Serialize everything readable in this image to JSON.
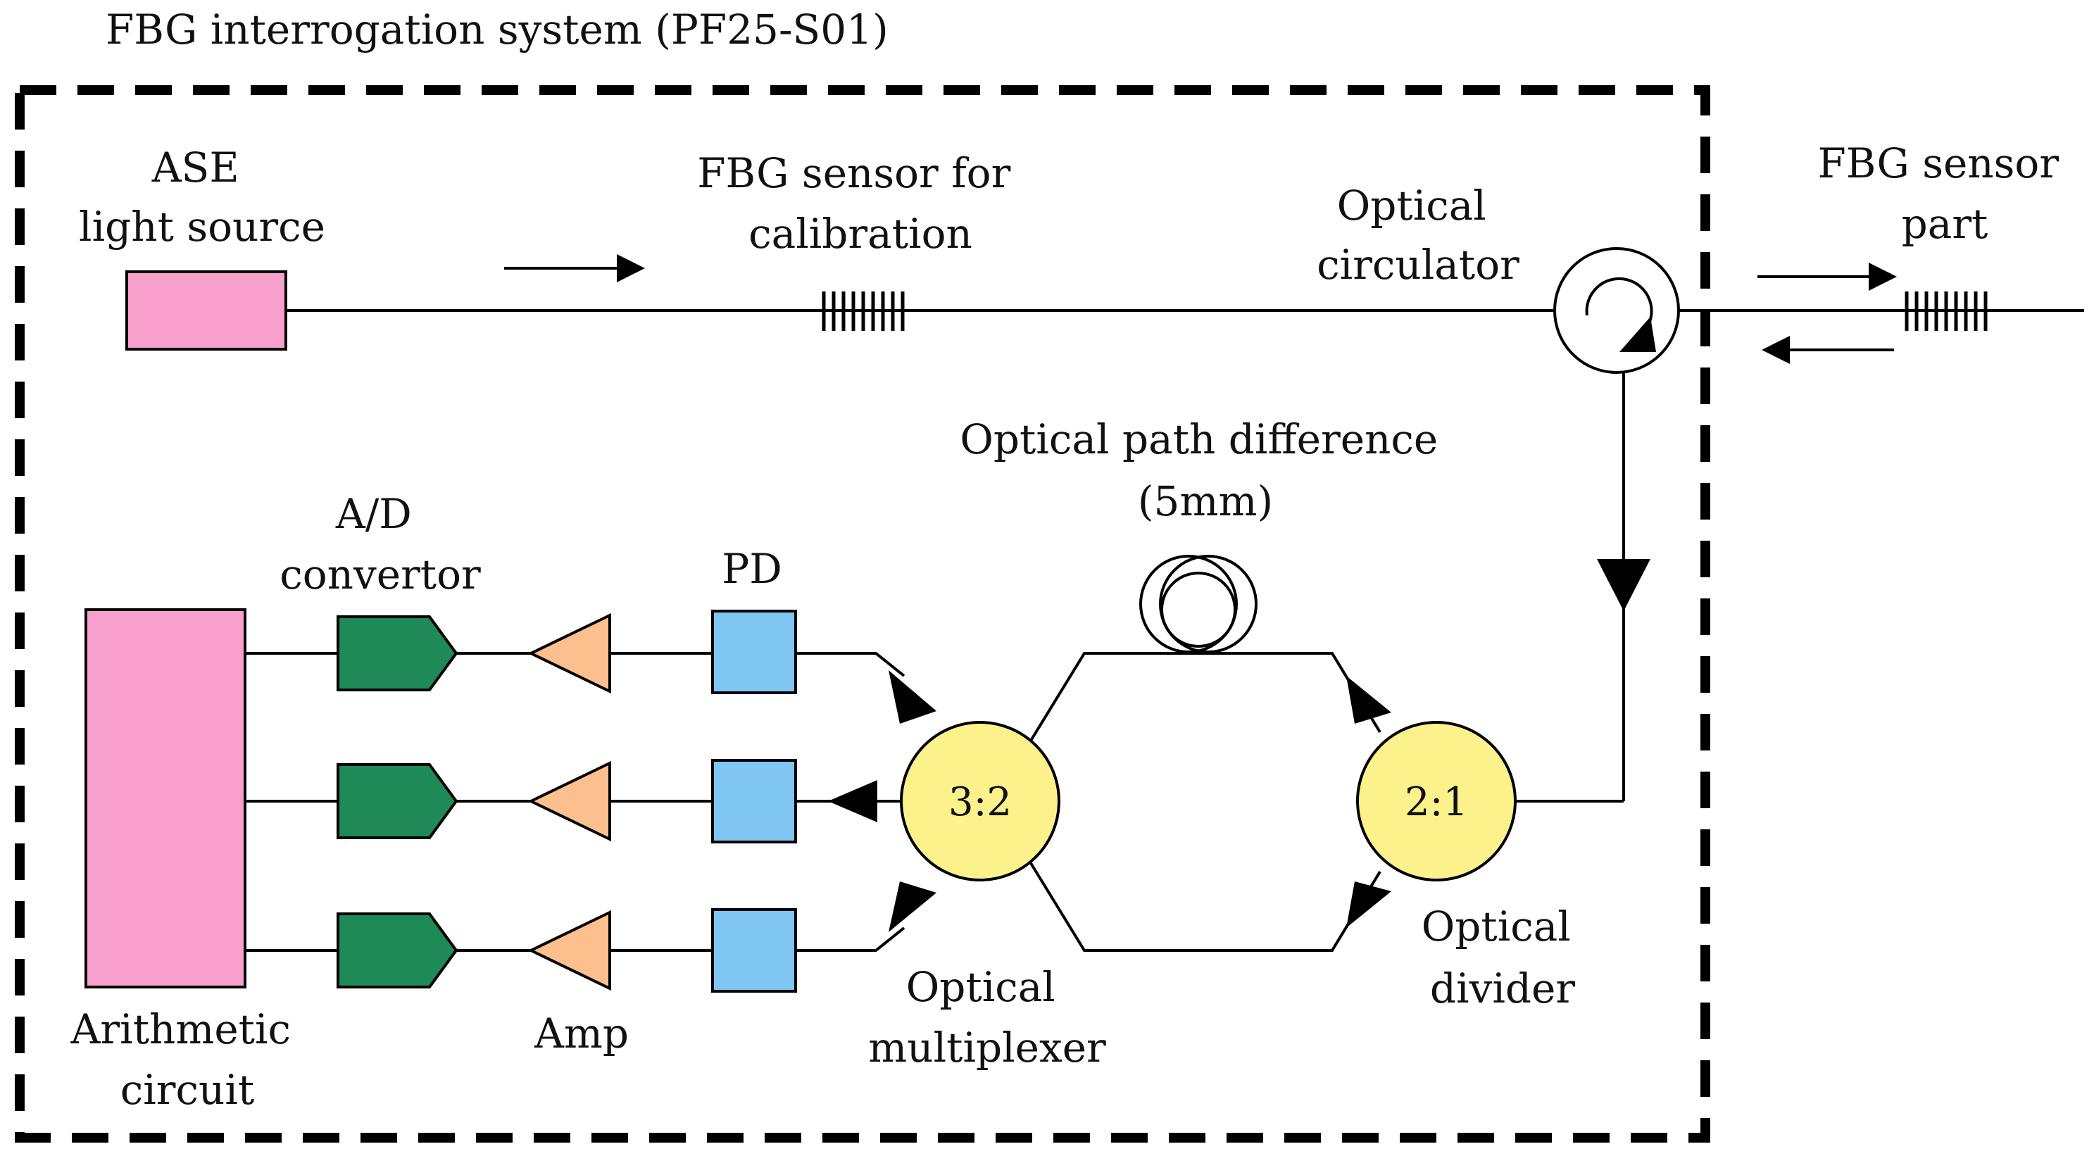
{
  "title": "FBG interrogation system (PF25-S01)",
  "labels": {
    "ase": [
      "ASE",
      "light source"
    ],
    "fbg_calibration": [
      "FBG sensor for",
      "calibration"
    ],
    "circulator": [
      "Optical",
      "circulator"
    ],
    "sensor_part": [
      "FBG sensor",
      "part"
    ],
    "opd": [
      "Optical path difference",
      "(5mm)"
    ],
    "ad": [
      "A/D",
      "convertor"
    ],
    "pd": "PD",
    "amp": "Amp",
    "arith": [
      "Arithmetic",
      "circuit"
    ],
    "multiplexer": [
      "Optical",
      "multiplexer"
    ],
    "divider": [
      "Optical",
      "divider"
    ],
    "mux_ratio": "3:2",
    "div_ratio": "2:1"
  },
  "colors": {
    "source": "#f7a0cc",
    "arith": "#f7a0cc",
    "adc": "#1e8a57",
    "amp": "#fbc08e",
    "pd": "#7fc6f3",
    "coupler": "#fbf28c",
    "line": "#000000"
  }
}
